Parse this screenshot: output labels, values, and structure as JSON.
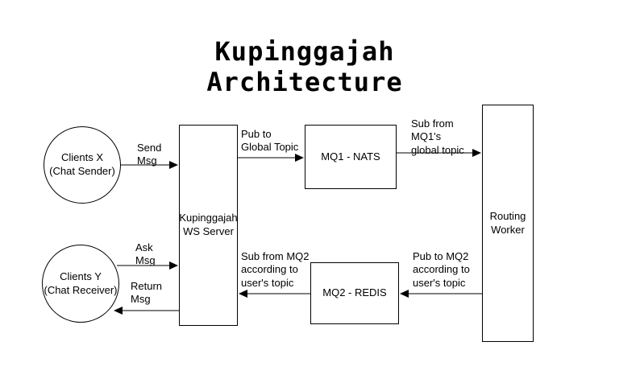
{
  "title": {
    "text": "Kupinggajah\nArchitecture"
  },
  "nodes": {
    "clients_x": "Clients X\n(Chat Sender)",
    "clients_y": "Clients Y\n(Chat Receiver)",
    "ws_server": "Kupinggajah\nWS Server",
    "mq1": "MQ1 - NATS",
    "mq2": "MQ2 - REDIS",
    "routing_worker": "Routing\nWorker"
  },
  "edges": {
    "send_msg": "Send\nMsg",
    "pub_global_topic": "Pub to\nGlobal Topic",
    "sub_mq1_global": "Sub from\nMQ1's\nglobal topic",
    "pub_mq2_user": "Pub to MQ2\naccording to\nuser's topic",
    "sub_mq2_user": "Sub from MQ2\naccording to\nuser's topic",
    "ask_msg": "Ask\nMsg",
    "return_msg": "Return\nMsg"
  },
  "colors": {
    "stroke": "#000000",
    "background": "#ffffff"
  }
}
